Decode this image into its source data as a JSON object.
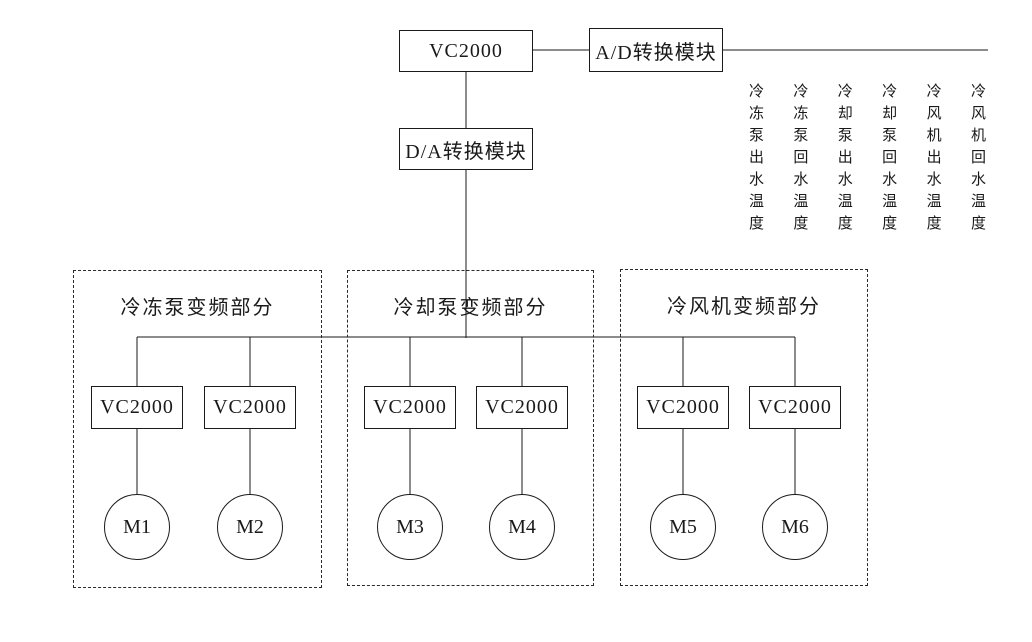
{
  "diagram": {
    "controller": {
      "label": "VC2000"
    },
    "ad_module": {
      "label": "A/D转换模块"
    },
    "da_module": {
      "label": "D/A转换模块"
    },
    "sensor_labels": [
      "冷冻泵出水温度",
      "冷冻泵回水温度",
      "冷却泵出水温度",
      "冷却泵回水温度",
      "冷风机出水温度",
      "冷风机回水温度"
    ],
    "sections": [
      {
        "title": "冷冻泵变频部分",
        "drives": [
          {
            "label": "VC2000",
            "motor": "M1"
          },
          {
            "label": "VC2000",
            "motor": "M2"
          }
        ]
      },
      {
        "title": "冷却泵变频部分",
        "drives": [
          {
            "label": "VC2000",
            "motor": "M3"
          },
          {
            "label": "VC2000",
            "motor": "M4"
          }
        ]
      },
      {
        "title": "冷风机变频部分",
        "drives": [
          {
            "label": "VC2000",
            "motor": "M5"
          },
          {
            "label": "VC2000",
            "motor": "M6"
          }
        ]
      }
    ],
    "colors": {
      "line": "#1a1a1a",
      "background": "#ffffff"
    }
  }
}
